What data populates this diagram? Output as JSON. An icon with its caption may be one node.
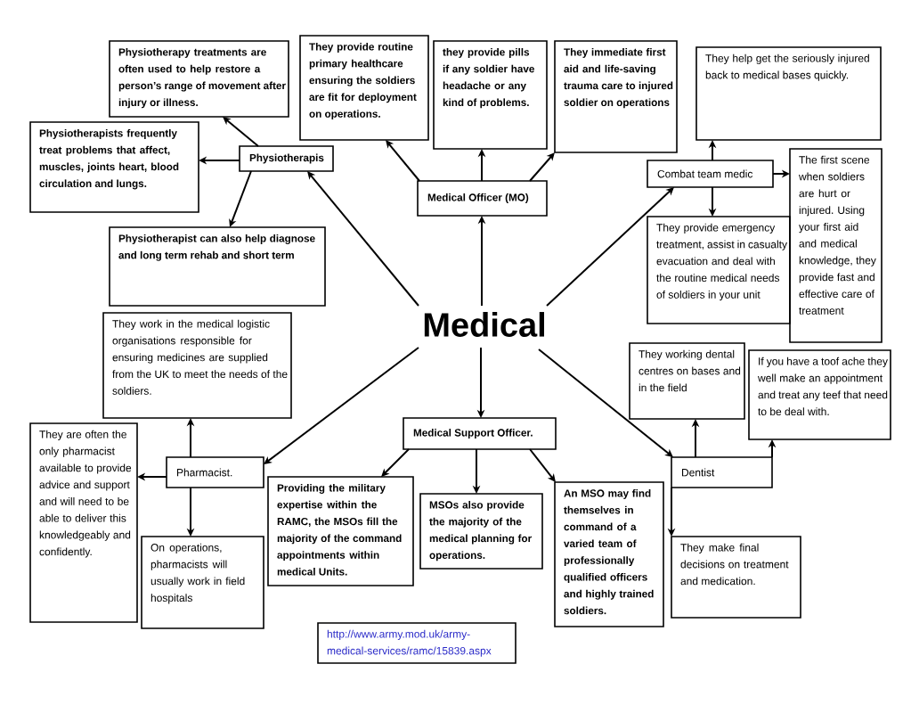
{
  "diagram": {
    "nodes": [
      {
        "text": [
          "Medical"
        ]
      },
      {
        "text": [
          "Physiotherapis"
        ]
      },
      {
        "text": [
          "Physiotherapy treatments are often used to help restore a person’s range of movement after injury or illness."
        ]
      },
      {
        "text": [
          "Physiotherapists frequently treat problems that affect, muscles, joints heart, blood circulation and lungs."
        ]
      },
      {
        "text": [
          "Physiotherapist can also help diagnose and long term rehab and short term"
        ]
      },
      {
        "text": [
          "Medical Officer (MO)"
        ]
      },
      {
        "text": [
          "They provide routine primary healthcare ensuring the soldiers are fit for deployment on operations."
        ]
      },
      {
        "text": [
          "they provide pills if any soldier have headache or any kind of problems."
        ]
      },
      {
        "text": [
          "They immediate first aid and life-saving trauma care to injured soldier on operations"
        ]
      },
      {
        "text": [
          "Combat team medic"
        ]
      },
      {
        "text": [
          "They help get the seriously injured back to medical bases quickly."
        ]
      },
      {
        "text": [
          "The first scene when soldiers are hurt or injured. Using your first aid and medical knowledge, they provide fast and effective care of treatment"
        ]
      },
      {
        "text": [
          "They provide emergency treatment, assist in casualty evacuation and deal with the routine medical needs of soldiers in your unit"
        ]
      },
      {
        "text": [
          "Pharmacist."
        ]
      },
      {
        "text": [
          "They work in the medical logistic organisations responsible for ensuring medicines are supplied from the UK to meet the needs of the soldiers."
        ]
      },
      {
        "text": [
          "They are often the only pharmacist available to provide advice and support and will need to be able to deliver this knowledgeably and confidently."
        ]
      },
      {
        "text": [
          "On operations, pharmacists will usually work in field hospitals"
        ]
      },
      {
        "text": [
          "Medical Support Officer."
        ]
      },
      {
        "text": [
          "Providing the military expertise within the RAMC, the MSOs fill the majority of the command appointments within medical Units."
        ]
      },
      {
        "text": [
          "MSOs also provide the majority of the medical planning for operations."
        ]
      },
      {
        "text": [
          "An MSO may find themselves in command of a varied team of professionally qualified officers and highly trained soldiers."
        ]
      },
      {
        "text": [
          "Dentist"
        ]
      },
      {
        "text": [
          "They working dental centres on bases and in the field"
        ]
      },
      {
        "text": [
          "If you have a toof ache they well make an appointment and treat any teef that need to be deal with."
        ]
      },
      {
        "text": [
          "They make final decisions on treatment and medication."
        ]
      },
      {
        "text": [
          "http://www.army.mod.uk/army-medical-services/ramc/15839.aspx"
        ]
      }
    ],
    "edges": [
      {
        "from": 0,
        "to": 1,
        "arrow": "to"
      },
      {
        "from": 1,
        "to": 2,
        "arrow": "to"
      },
      {
        "from": 1,
        "to": 3,
        "arrow": "to"
      },
      {
        "from": 1,
        "to": 4,
        "arrow": "to"
      },
      {
        "from": 0,
        "to": 5,
        "arrow": "to"
      },
      {
        "from": 5,
        "to": 6,
        "arrow": "to"
      },
      {
        "from": 5,
        "to": 7,
        "arrow": "to"
      },
      {
        "from": 5,
        "to": 8,
        "arrow": "to"
      },
      {
        "from": 0,
        "to": 9,
        "arrow": "to"
      },
      {
        "from": 9,
        "to": 10,
        "arrow": "to"
      },
      {
        "from": 9,
        "to": 11,
        "arrow": "to"
      },
      {
        "from": 9,
        "to": 12,
        "arrow": "to"
      },
      {
        "from": 0,
        "to": 13,
        "arrow": "to"
      },
      {
        "from": 13,
        "to": 14,
        "arrow": "to"
      },
      {
        "from": 13,
        "to": 15,
        "arrow": "to"
      },
      {
        "from": 13,
        "to": 16,
        "arrow": "to"
      },
      {
        "from": 0,
        "to": 17,
        "arrow": "to"
      },
      {
        "from": 17,
        "to": 18,
        "arrow": "to"
      },
      {
        "from": 17,
        "to": 19,
        "arrow": "to"
      },
      {
        "from": 17,
        "to": 20,
        "arrow": "to"
      },
      {
        "from": 0,
        "to": 21,
        "arrow": "to"
      },
      {
        "from": 21,
        "to": 22,
        "arrow": "to"
      },
      {
        "from": 21,
        "to": 23,
        "arrow": "to"
      },
      {
        "from": 21,
        "to": 24,
        "arrow": "to"
      }
    ]
  }
}
